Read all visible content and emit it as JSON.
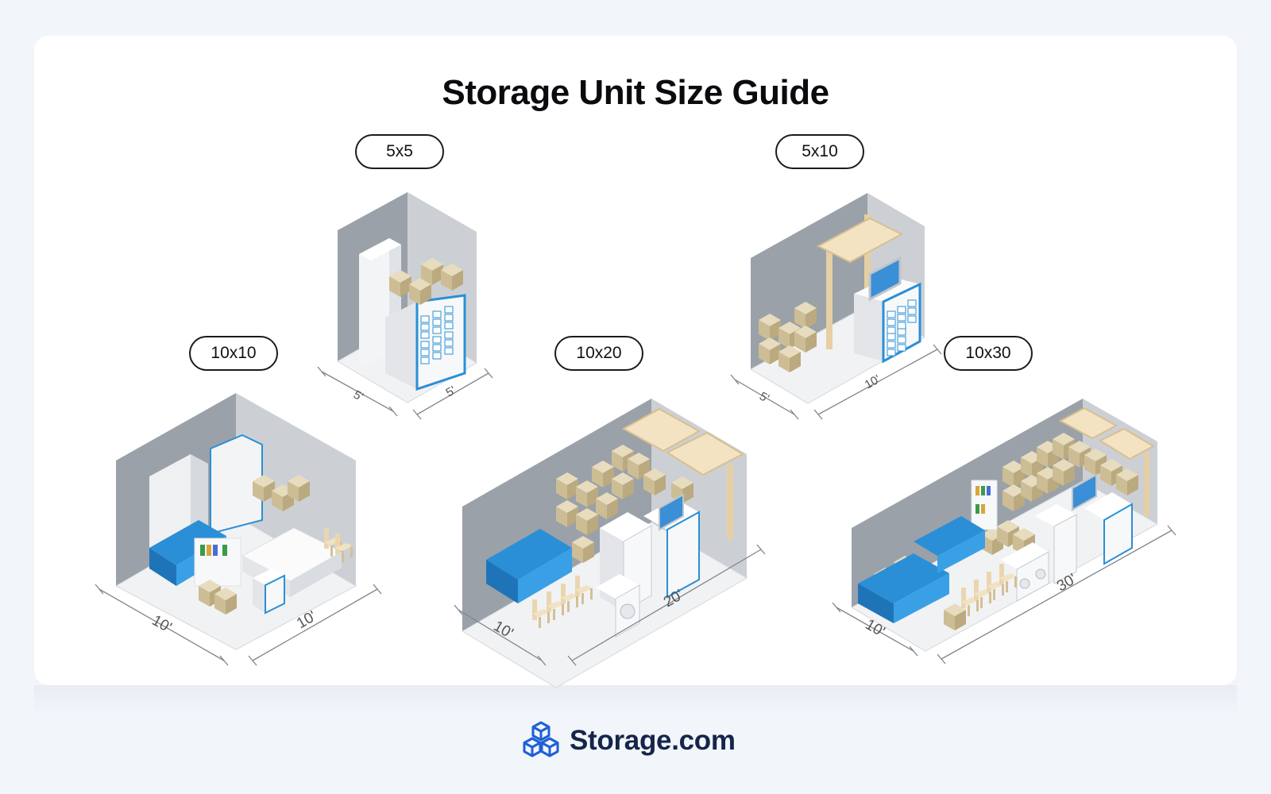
{
  "title": "Storage Unit Size Guide",
  "units": [
    {
      "label": "5x5",
      "width_label": "5'",
      "depth_label": "5'"
    },
    {
      "label": "5x10",
      "width_label": "5'",
      "depth_label": "10'"
    },
    {
      "label": "10x10",
      "width_label": "10'",
      "depth_label": "10'"
    },
    {
      "label": "10x20",
      "width_label": "10'",
      "depth_label": "20'"
    },
    {
      "label": "10x30",
      "width_label": "10'",
      "depth_label": "30'"
    }
  ],
  "brand": {
    "name": "Storage.com",
    "icon": "cubes-logo-icon",
    "color": "#1f5fd6"
  },
  "colors": {
    "wall_dark": "#9aa1a9",
    "wall_light": "#ccd0d5",
    "floor": "#f1f2f4",
    "box": "#d8c9a3",
    "accent_blue": "#2a8fd6"
  }
}
